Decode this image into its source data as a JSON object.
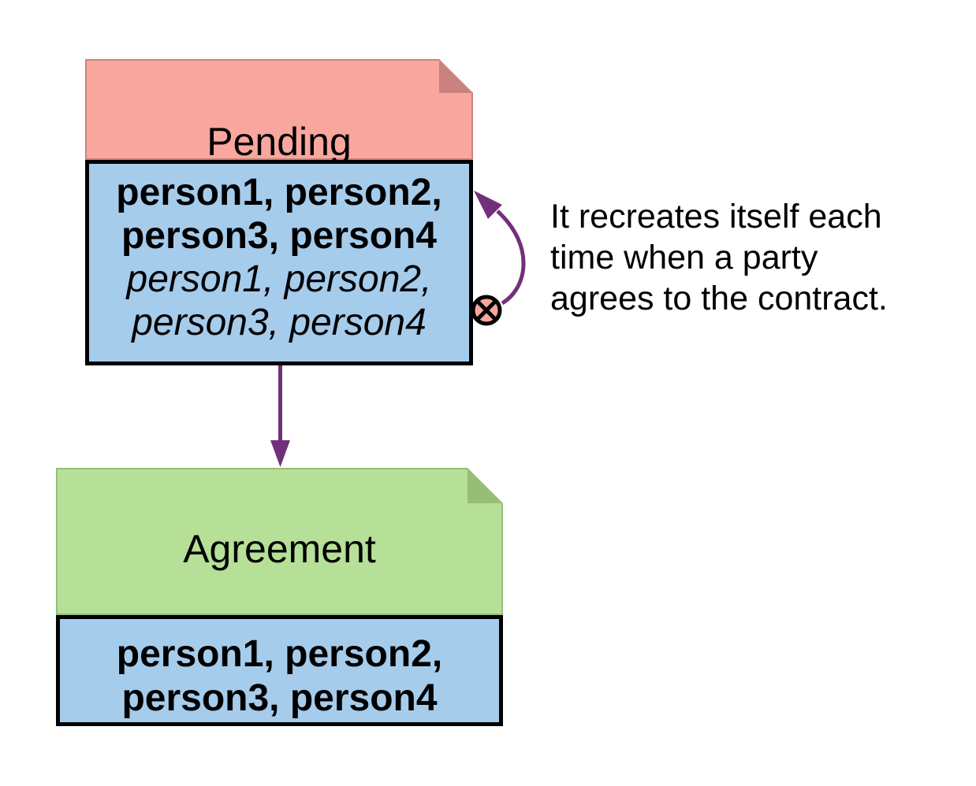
{
  "colors": {
    "pink": "#F9A69F",
    "pink_dark": "#C9837D",
    "blue": "#A6CCEC",
    "green": "#B6DF97",
    "green_dark": "#96BE77",
    "purple": "#73307A",
    "outline": "#000000"
  },
  "nodes": {
    "pending": {
      "title": "Pending",
      "lines": [
        {
          "text": "person1, person2,",
          "style": "bold"
        },
        {
          "text": "person3, person4",
          "style": "bold"
        },
        {
          "text": "person1, person2,",
          "style": "italic"
        },
        {
          "text": "person3, person4",
          "style": "italic"
        }
      ]
    },
    "agreement": {
      "title": "Agreement",
      "lines": [
        {
          "text": "person1, person2,",
          "style": "bold"
        },
        {
          "text": "person3, person4",
          "style": "bold"
        }
      ]
    }
  },
  "annotation": {
    "lines": [
      "It recreates itself each",
      "time when a party",
      "agrees to the contract."
    ]
  },
  "icons": {
    "self_loop_marker": "circled-x",
    "header_corner": "folded-page-corner"
  }
}
